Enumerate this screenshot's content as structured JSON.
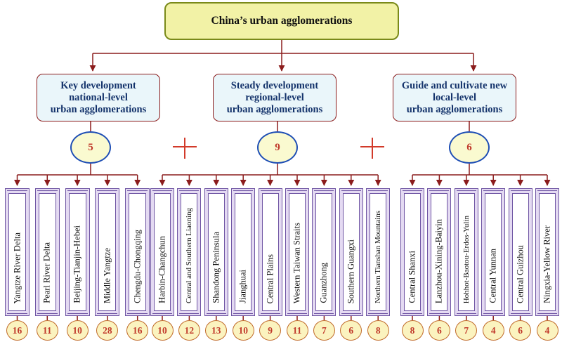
{
  "title": "China’s urban agglomerations",
  "categories": [
    {
      "label": "Key development\nnational-level\nurban agglomerations",
      "count": "5",
      "agglomerations": [
        {
          "name": "Yangtze River Delta",
          "cities": "16"
        },
        {
          "name": "Pearl River Delta",
          "cities": "11"
        },
        {
          "name": "Beijing-Tianjin-Hebei",
          "cities": "10"
        },
        {
          "name": "Middle Yangtze",
          "cities": "28"
        },
        {
          "name": "Chengdu-Chongqing",
          "cities": "16"
        }
      ]
    },
    {
      "label": "Steady development\nregional-level\nurban agglomerations",
      "count": "9",
      "agglomerations": [
        {
          "name": "Harbin-Changchun",
          "cities": "10"
        },
        {
          "name": "Central and Southern Liaoning",
          "cities": "12"
        },
        {
          "name": "Shandong Peninsula",
          "cities": "13"
        },
        {
          "name": "Jianghuai",
          "cities": "10"
        },
        {
          "name": "Central Plains",
          "cities": "9"
        },
        {
          "name": "Western Taiwan Straits",
          "cities": "11"
        },
        {
          "name": "Guanzhong",
          "cities": "7"
        },
        {
          "name": "Southern Guangxi",
          "cities": "6"
        },
        {
          "name": "Northern Tianshan Mountains",
          "cities": "8"
        }
      ]
    },
    {
      "label": "Guide and cultivate new\nlocal-level\nurban agglomerations",
      "count": "6",
      "agglomerations": [
        {
          "name": "Central Shanxi",
          "cities": "8"
        },
        {
          "name": "Lanzhou-Xining-Baiyin",
          "cities": "6"
        },
        {
          "name": "Hohhot-Baotou-Erdos-Yulin",
          "cities": "7"
        },
        {
          "name": "Central Yunnan",
          "cities": "4"
        },
        {
          "name": "Central Guizhou",
          "cities": "6"
        },
        {
          "name": "Ningxia-Yellow River",
          "cities": "4"
        }
      ]
    }
  ],
  "plus_symbol": "+",
  "colors": {
    "connector": "#8b1c1c",
    "plus": "#d23a2a",
    "count_text": "#c0392b",
    "category_text": "#14336b",
    "ellipse_border": "#1f4fb5"
  }
}
